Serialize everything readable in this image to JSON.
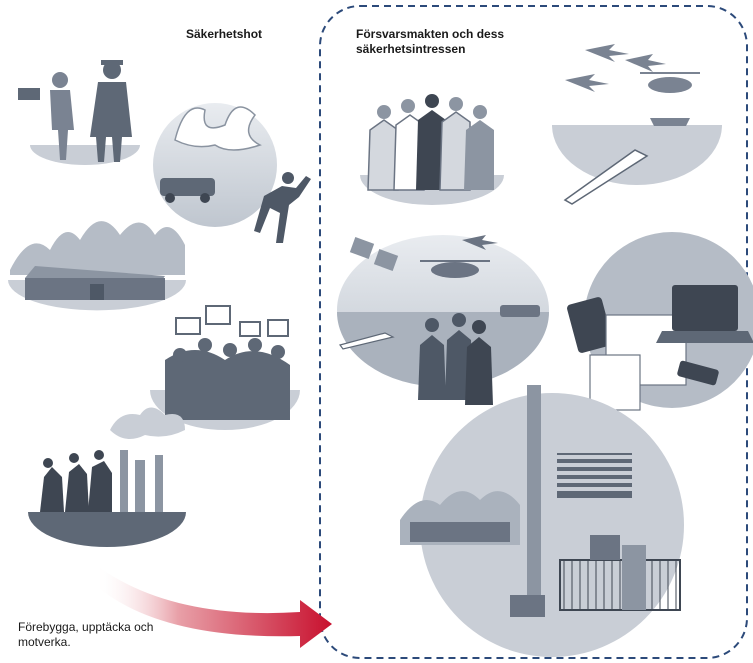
{
  "threats": {
    "title": "Säkerhetshot",
    "scenes": [
      {
        "name": "espionage-scene",
        "icon": "spy-and-laptop-icon"
      },
      {
        "name": "sabotage-fire-scene",
        "icon": "burning-car-runner-icon"
      },
      {
        "name": "facility-forest-scene",
        "icon": "warehouse-icon"
      },
      {
        "name": "protest-crowd-scene",
        "icon": "protesters-with-signs-icon"
      },
      {
        "name": "terrorism-scene",
        "icon": "armed-group-smoke-icon"
      }
    ]
  },
  "defence_interests": {
    "title_line1": "Försvarsmakten och dess",
    "title_line2": "säkerhetsintressen",
    "scenes": [
      {
        "name": "personnel-scene",
        "icon": "group-of-people-icon"
      },
      {
        "name": "air-sea-assets-scene",
        "icon": "jets-helicopter-ship-icon"
      },
      {
        "name": "military-operations-scene",
        "icon": "soldiers-helicopter-tank-icon"
      },
      {
        "name": "information-scene",
        "icon": "phone-laptop-documents-icon"
      },
      {
        "name": "infrastructure-scene",
        "icon": "radio-mast-buildings-icon"
      }
    ]
  },
  "arrow": {
    "label_line1": "Förebygga, upptäcka och",
    "label_line2": "motverka.",
    "icon": "red-gradient-arrow-icon"
  },
  "colors": {
    "scene_light": "#c9ced6",
    "scene_dark": "#5e6876",
    "figure": "#6b7483",
    "dashed_border": "#2c4a7a",
    "arrow_red": "#c8102e"
  }
}
